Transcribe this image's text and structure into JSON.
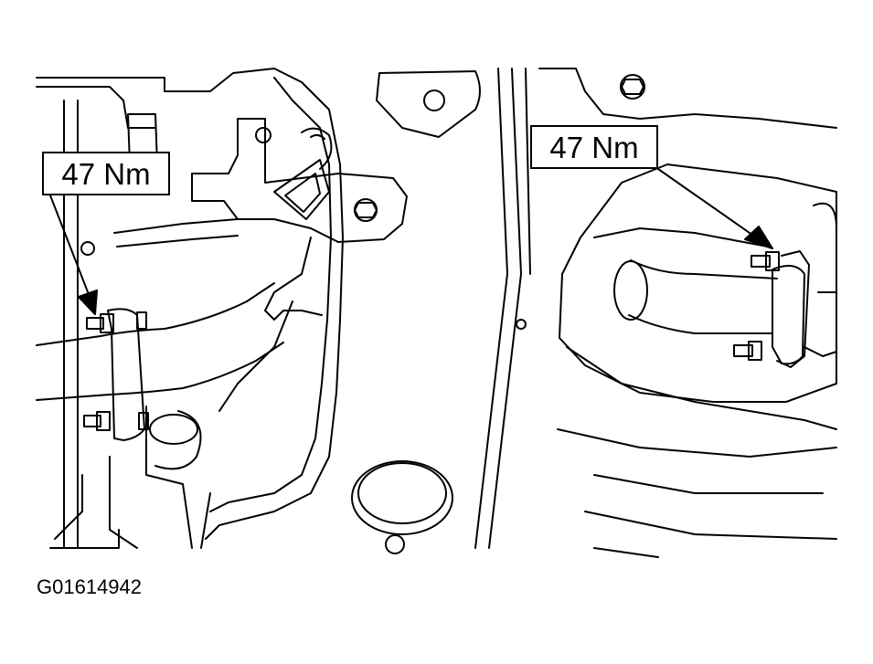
{
  "callouts": {
    "left_torque": "47 Nm",
    "right_torque": "47 Nm"
  },
  "figure_id": "G01614942",
  "colors": {
    "line": "#000000",
    "background": "#ffffff"
  }
}
